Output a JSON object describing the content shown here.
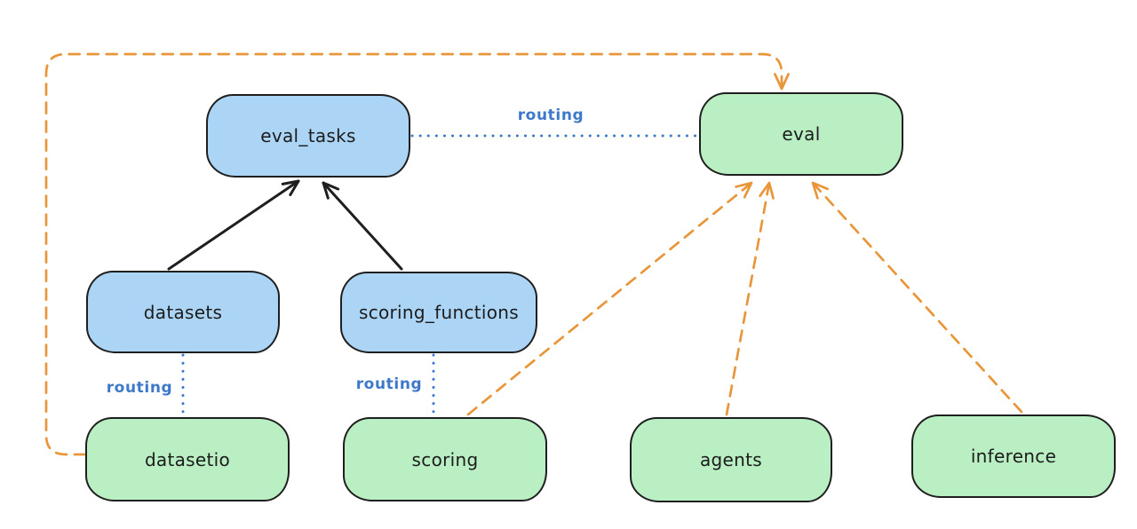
{
  "canvas": {
    "background": "#ffffff"
  },
  "colors": {
    "resource_box_fill": "#abd4f5",
    "provider_box_fill": "#b9efc3",
    "box_stroke": "#1f1f1f",
    "routing_blue": "#3e79c9",
    "dashed_orange": "#e9963b",
    "solid_arrow_black": "#1f1f1f"
  },
  "nodes": [
    {
      "id": "eval_tasks",
      "label": "eval_tasks",
      "kind": "blue"
    },
    {
      "id": "eval",
      "label": "eval",
      "kind": "green"
    },
    {
      "id": "datasets",
      "label": "datasets",
      "kind": "blue"
    },
    {
      "id": "scoring_functions",
      "label": "scoring_functions",
      "kind": "blue"
    },
    {
      "id": "datasetio",
      "label": "datasetio",
      "kind": "green"
    },
    {
      "id": "scoring",
      "label": "scoring",
      "kind": "green"
    },
    {
      "id": "agents",
      "label": "agents",
      "kind": "green"
    },
    {
      "id": "inference",
      "label": "inference",
      "kind": "green"
    }
  ],
  "labels": {
    "routing": "routing"
  },
  "edges": [
    {
      "from": "datasets",
      "to": "eval_tasks",
      "style": "solid-black-arrow"
    },
    {
      "from": "scoring_functions",
      "to": "eval_tasks",
      "style": "solid-black-arrow"
    },
    {
      "from": "eval_tasks",
      "to": "eval",
      "style": "blue-dotted",
      "label": "routing"
    },
    {
      "from": "datasets",
      "to": "datasetio",
      "style": "blue-dotted",
      "label": "routing"
    },
    {
      "from": "scoring_functions",
      "to": "scoring",
      "style": "blue-dotted",
      "label": "routing"
    },
    {
      "from": "datasetio",
      "to": "eval",
      "style": "orange-dashed-arrow"
    },
    {
      "from": "scoring",
      "to": "eval",
      "style": "orange-dashed-arrow"
    },
    {
      "from": "agents",
      "to": "eval",
      "style": "orange-dashed-arrow"
    },
    {
      "from": "inference",
      "to": "eval",
      "style": "orange-dashed-arrow"
    }
  ]
}
